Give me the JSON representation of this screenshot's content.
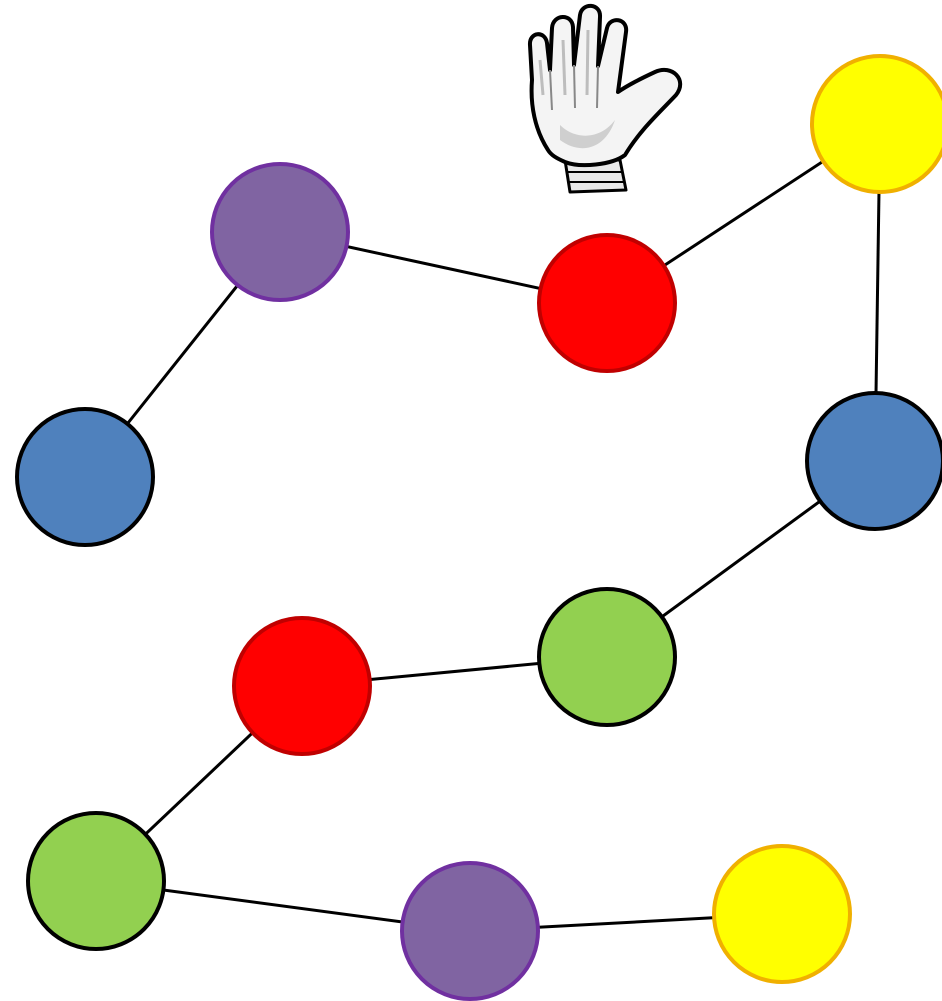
{
  "diagram": {
    "type": "node-path",
    "hand_icon": "raised-hand-icon",
    "nodes": [
      {
        "id": "n1",
        "color": "blue",
        "fill": "#4F81BD",
        "stroke": "#000000"
      },
      {
        "id": "n2",
        "color": "purple",
        "fill": "#8064A2",
        "stroke": "#7030A0"
      },
      {
        "id": "n3",
        "color": "red",
        "fill": "#FF0000",
        "stroke": "#C00000"
      },
      {
        "id": "n4",
        "color": "yellow",
        "fill": "#FFFF00",
        "stroke": "#F0B000"
      },
      {
        "id": "n5",
        "color": "blue",
        "fill": "#4F81BD",
        "stroke": "#000000"
      },
      {
        "id": "n6",
        "color": "green",
        "fill": "#92D050",
        "stroke": "#000000"
      },
      {
        "id": "n7",
        "color": "red",
        "fill": "#FF0000",
        "stroke": "#C00000"
      },
      {
        "id": "n8",
        "color": "green",
        "fill": "#92D050",
        "stroke": "#000000"
      },
      {
        "id": "n9",
        "color": "purple",
        "fill": "#8064A2",
        "stroke": "#7030A0"
      },
      {
        "id": "n10",
        "color": "yellow",
        "fill": "#FFFF00",
        "stroke": "#F0B000"
      }
    ],
    "edges": [
      [
        "n1",
        "n2"
      ],
      [
        "n2",
        "n3"
      ],
      [
        "n3",
        "n4"
      ],
      [
        "n4",
        "n5"
      ],
      [
        "n5",
        "n6"
      ],
      [
        "n6",
        "n7"
      ],
      [
        "n7",
        "n8"
      ],
      [
        "n8",
        "n9"
      ],
      [
        "n9",
        "n10"
      ]
    ]
  }
}
